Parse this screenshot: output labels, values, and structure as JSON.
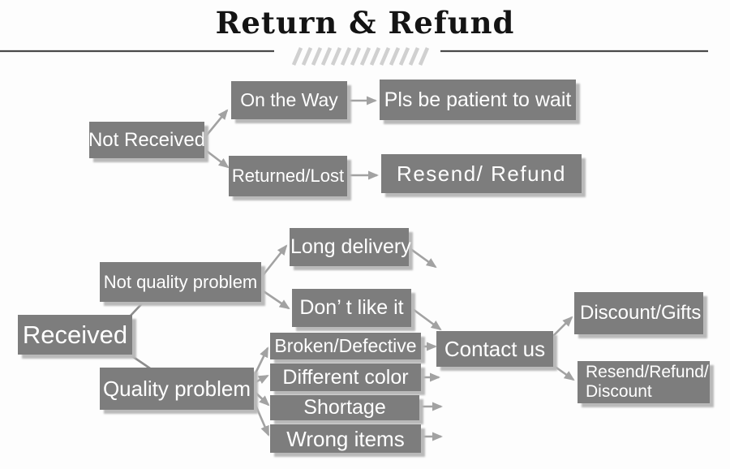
{
  "header": {
    "title": "Return & Refund"
  },
  "colors": {
    "bg": "#fdfdfd",
    "box": "#7d7d7d",
    "shadow": "#b9b9b9",
    "text": "#ffffff",
    "title": "#141414",
    "rule": "#4a4a4a",
    "hatch": "#d0d0d0",
    "arrow": "#a2a2a2",
    "plain": "#8d8d8d"
  },
  "nodes": {
    "not_received": {
      "label": "Not Received"
    },
    "on_the_way": {
      "label": "On the Way"
    },
    "pls_wait": {
      "label": "Pls be patient to wait"
    },
    "returned_lost": {
      "label": "Returned/Lost"
    },
    "resend_refund": {
      "label": "Resend/ Refund"
    },
    "received": {
      "label": "Received"
    },
    "not_quality": {
      "label": "Not quality problem"
    },
    "quality_problem": {
      "label": "Quality problem"
    },
    "long_delivery": {
      "label": "Long delivery"
    },
    "dont_like": {
      "label": "Don’ t like it"
    },
    "broken_defective": {
      "label": "Broken/Defective"
    },
    "different_color": {
      "label": "Different color"
    },
    "shortage": {
      "label": "Shortage"
    },
    "wrong_items": {
      "label": "Wrong items"
    },
    "contact_us": {
      "label": "Contact us"
    },
    "discount_gifts": {
      "label": "Discount/Gifts"
    },
    "resend_refund_discount": {
      "line1": "Resend/Refund/",
      "line2": "Discount"
    }
  },
  "edges": [
    {
      "from": "not_received",
      "to": "on_the_way"
    },
    {
      "from": "not_received",
      "to": "returned_lost"
    },
    {
      "from": "on_the_way",
      "to": "pls_wait"
    },
    {
      "from": "returned_lost",
      "to": "resend_refund"
    },
    {
      "from": "received",
      "to": "not_quality"
    },
    {
      "from": "received",
      "to": "quality_problem"
    },
    {
      "from": "not_quality",
      "to": "long_delivery"
    },
    {
      "from": "not_quality",
      "to": "dont_like"
    },
    {
      "from": "long_delivery",
      "to": "contact_us"
    },
    {
      "from": "dont_like",
      "to": "contact_us"
    },
    {
      "from": "quality_problem",
      "to": "broken_defective"
    },
    {
      "from": "quality_problem",
      "to": "different_color"
    },
    {
      "from": "quality_problem",
      "to": "shortage"
    },
    {
      "from": "quality_problem",
      "to": "wrong_items"
    },
    {
      "from": "broken_defective",
      "to": "contact_us"
    },
    {
      "from": "different_color",
      "to": "contact_us"
    },
    {
      "from": "shortage",
      "to": "contact_us"
    },
    {
      "from": "wrong_items",
      "to": "contact_us"
    },
    {
      "from": "contact_us",
      "to": "discount_gifts"
    },
    {
      "from": "contact_us",
      "to": "resend_refund_discount"
    }
  ]
}
